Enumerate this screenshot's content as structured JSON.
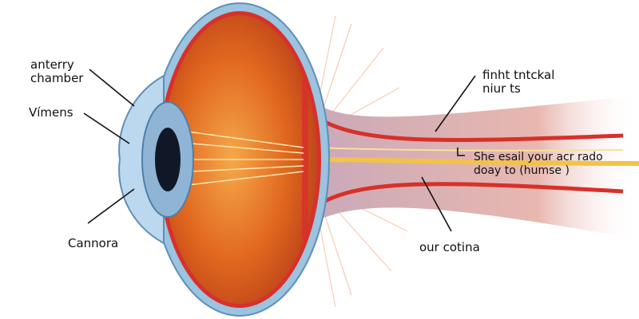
{
  "labels": {
    "anterior_chamber": [
      "anterry",
      "chamber"
    ],
    "lens": "Vímens",
    "cornea": "Cannora",
    "optic_nerve": [
      "finht tntckal",
      "niur ts"
    ],
    "nerve_note": [
      "She esail your acr rado",
      "doay to (humse )"
    ],
    "retina": "our cotina"
  },
  "colors": {
    "sclera": "#9cc3df",
    "retina_red": "#d8302a",
    "interior": "#e0661e",
    "lens": "#bcd8ee",
    "nerve": "#e8b0a0"
  }
}
